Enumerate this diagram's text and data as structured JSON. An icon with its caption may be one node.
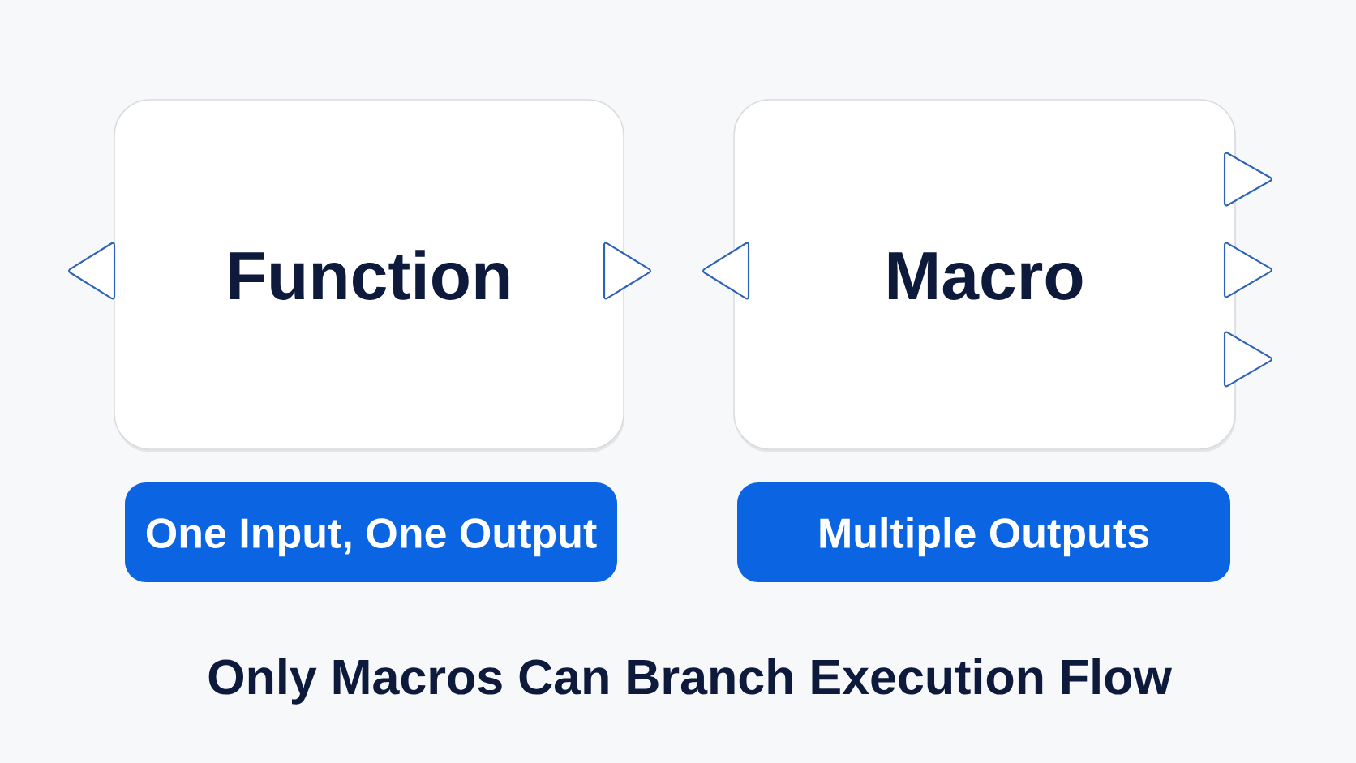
{
  "diagram": {
    "caption": "Only Macros Can Branch Execution Flow",
    "nodes": [
      {
        "text": [
          "Function"
        ]
      },
      {
        "text": [
          "Macro"
        ]
      },
      {
        "text": [
          "One Input, One Output"
        ]
      },
      {
        "text": [
          "Multiple Outputs"
        ]
      }
    ]
  }
}
